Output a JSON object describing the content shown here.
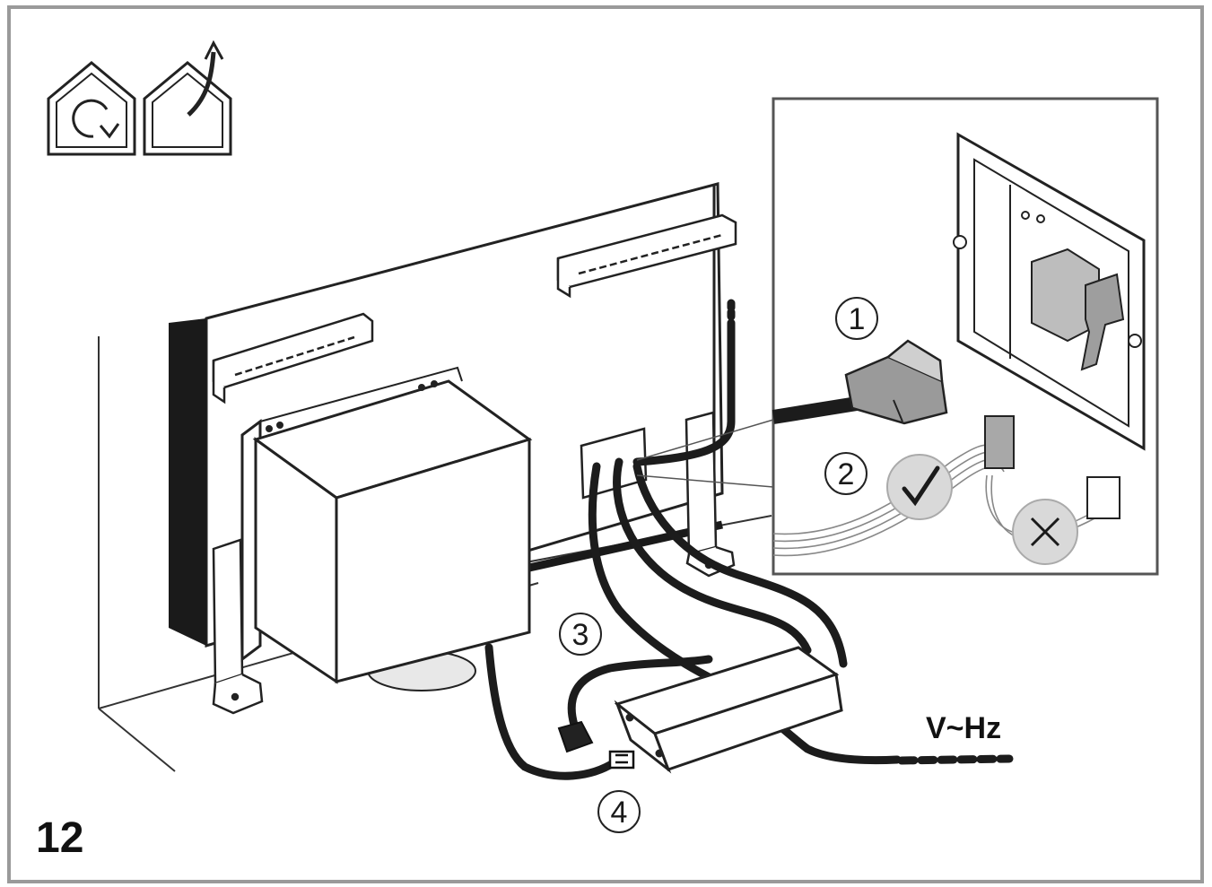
{
  "step_number": "12",
  "callouts": [
    "1",
    "2",
    "3",
    "4"
  ],
  "power_label": "V~Hz",
  "icons": [
    "recirculation-mode-icon",
    "extraction-mode-icon"
  ],
  "indicators": {
    "correct": "check-mark",
    "wrong": "cross-mark"
  },
  "colors": {
    "frame": "#9a9a9a",
    "ink": "#1a1a1a",
    "cable": "#1c1c1c",
    "indicator_bg": "#d9d9d9"
  }
}
